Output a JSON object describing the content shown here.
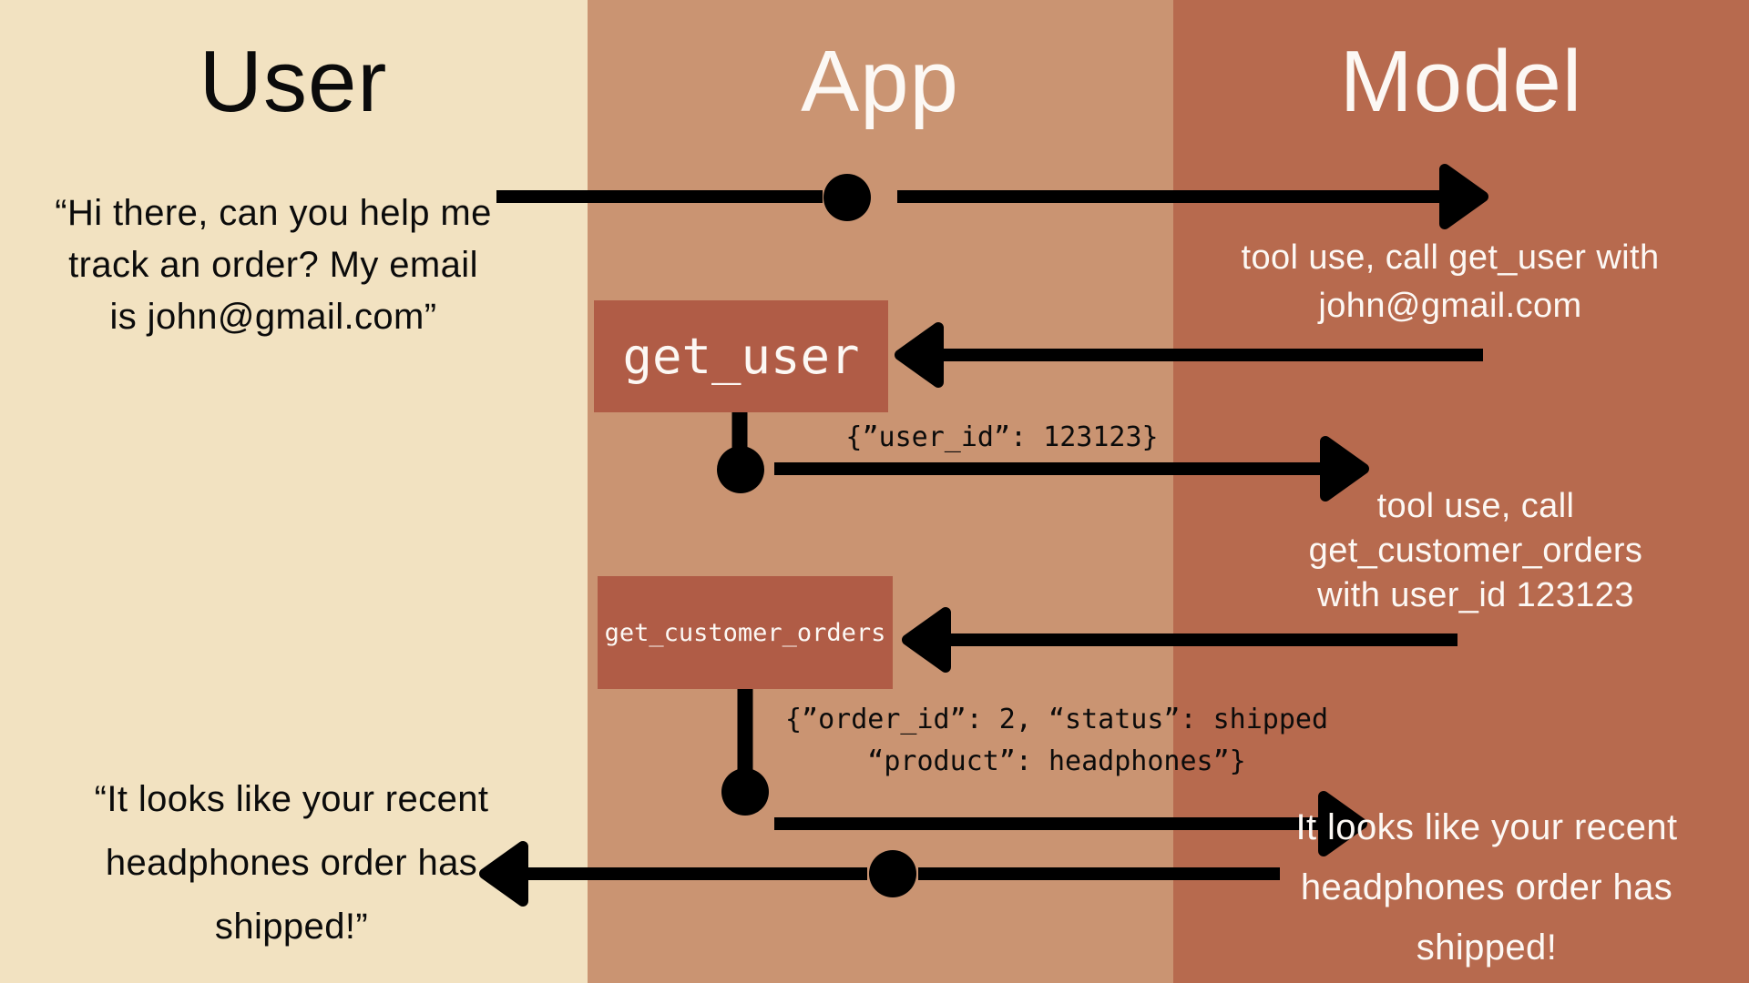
{
  "columns": [
    {
      "id": "user",
      "title": "User"
    },
    {
      "id": "app",
      "title": "App"
    },
    {
      "id": "model",
      "title": "Model"
    }
  ],
  "messages": {
    "user_request": "“Hi there, can you help me\ntrack an order? My email\nis john@gmail.com”",
    "model_tool_call_1": "tool use, call get_user with\njohn@gmail.com",
    "tool_name_1": "get_user",
    "tool_result_1": "{”user_id”: 123123}",
    "model_tool_call_2": "tool use, call\nget_customer_orders\nwith user_id 123123",
    "tool_name_2": "get_customer_orders",
    "tool_result_2": "{”order_id”: 2, “status”: shipped\n“product”: headphones”}",
    "model_response": "It looks like your recent\nheadphones order has\nshipped!",
    "user_response": "“It looks like your recent\nheadphones order has\nshipped!”"
  },
  "colors": {
    "cream": "#f2e2c1",
    "tan": "#ca9472",
    "rust": "#b76a4e",
    "box": "#b05c46",
    "ink": "#0b0b0b",
    "paper": "#fcf8f4"
  }
}
